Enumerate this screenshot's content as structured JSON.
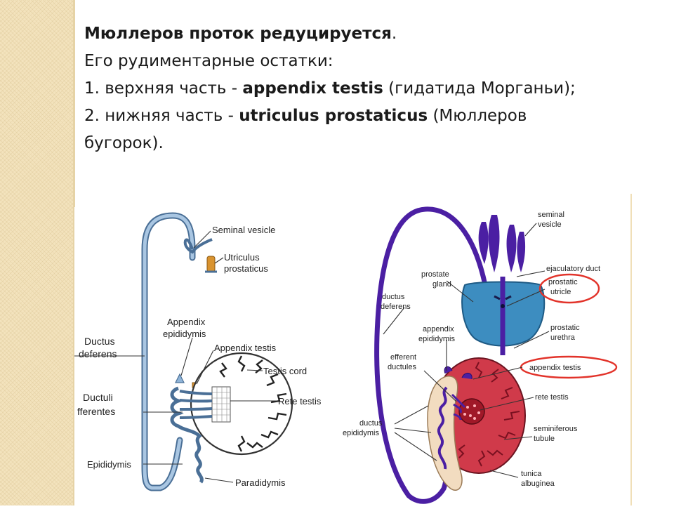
{
  "slide": {
    "line1": {
      "bold": "Мюллеров проток редуцируется",
      "end": "."
    },
    "line2": "Его рудиментарные остатки:",
    "line3": {
      "pre": "1. верхняя часть - ",
      "bold": "appendix testis",
      "post": " (гидатида Морганьи);"
    },
    "line4": {
      "pre": "2. нижняя часть - ",
      "bold": "utriculus prostaticus",
      "post": " (Мюллеров"
    },
    "line5": "бугорок)."
  },
  "left_diagram": {
    "labels": {
      "seminal_vesicle": "Seminal vesicle",
      "utriculus_1": "Utriculus",
      "utriculus_2": "prostaticus",
      "appendix_epid_1": "Appendix",
      "appendix_epid_2": "epididymis",
      "appendix_testis": "Appendix testis",
      "testis_cord": "Testis cord",
      "rete_testis": "Rete testis",
      "ductus_1": "Ductus",
      "ductus_2": "deferens",
      "ductuli_1": "Ductuli",
      "ductuli_2": "fferentes",
      "epididymis": "Epididymis",
      "paradidymis": "Paradidymis"
    },
    "colors": {
      "duct": "#8fb4d8",
      "duct_outline": "#4a6f96",
      "utricle": "#d9932f"
    }
  },
  "right_diagram": {
    "labels": {
      "seminal_1": "seminal",
      "seminal_2": "vesicle",
      "ejaculatory": "ejaculatory duct",
      "prostatic_utricle_1": "prostatic",
      "prostatic_utricle_2": "utricle",
      "prostate_1": "prostate",
      "prostate_2": "gland",
      "ductus_def_1": "ductus",
      "ductus_def_2": "deferens",
      "appendix_epid_1": "appendix",
      "appendix_epid_2": "epididymis",
      "prostatic_urethra_1": "prostatic",
      "prostatic_urethra_2": "urethra",
      "efferent_1": "efferent",
      "efferent_2": "ductules",
      "appendix_testis": "appendix testis",
      "rete_testis": "rete testis",
      "ductus_epid_1": "ductus",
      "ductus_epid_2": "epididymis",
      "seminiferous_1": "seminiferous",
      "seminiferous_2": "tubule",
      "tunica_1": "tunica",
      "tunica_2": "albuginea"
    },
    "colors": {
      "duct": "#4b1fa3",
      "prostate": "#3d8dc0",
      "testis": "#d03a4a",
      "tubules": "#7a1020",
      "epididymis": "#f2dcc0",
      "highlight": "#e2332a"
    }
  }
}
